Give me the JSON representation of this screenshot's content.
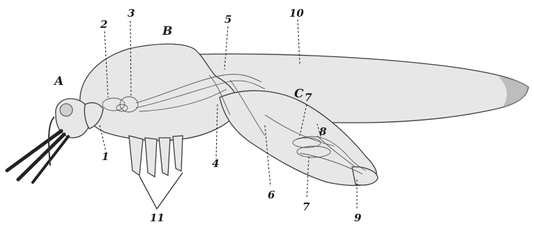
{
  "figure": {
    "labels": {
      "A": "A",
      "B": "B",
      "C": "C",
      "n1": "1",
      "n2": "2",
      "n3": "3",
      "n4": "4",
      "n5": "5",
      "n6": "6",
      "n7a": "7",
      "n7b": "7",
      "n8": "8",
      "n9": "9",
      "n10": "10",
      "n11": "11"
    }
  }
}
